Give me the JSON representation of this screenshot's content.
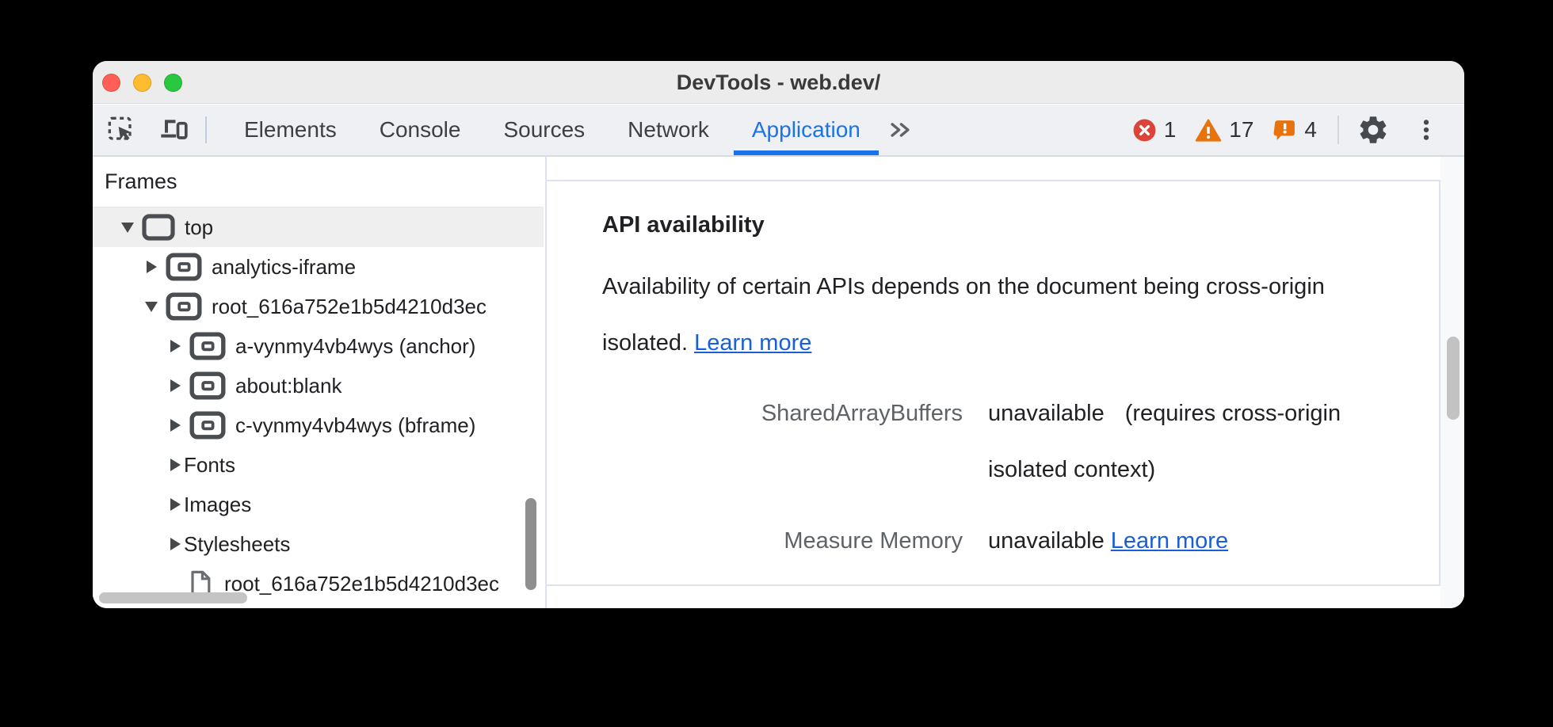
{
  "window": {
    "title": "DevTools - web.dev/"
  },
  "toolbar": {
    "tabs": [
      {
        "label": "Elements",
        "selected": false
      },
      {
        "label": "Console",
        "selected": false
      },
      {
        "label": "Sources",
        "selected": false
      },
      {
        "label": "Network",
        "selected": false
      },
      {
        "label": "Application",
        "selected": true
      }
    ],
    "badges": {
      "errors": "1",
      "warnings": "17",
      "issues": "4"
    }
  },
  "sidebar": {
    "header": "Frames",
    "tree": [
      {
        "label": "top",
        "type": "frame-top",
        "expanded": true,
        "selected": true,
        "level": 0
      },
      {
        "label": "analytics-iframe",
        "type": "frame",
        "expanded": false,
        "level": 1
      },
      {
        "label": "root_616a752e1b5d4210d3ec",
        "type": "frame",
        "expanded": true,
        "level": 1
      },
      {
        "label": "a-vynmy4vb4wys (anchor)",
        "type": "frame",
        "expanded": false,
        "level": 2
      },
      {
        "label": "about:blank",
        "type": "frame",
        "expanded": false,
        "level": 2
      },
      {
        "label": "c-vynmy4vb4wys (bframe)",
        "type": "frame",
        "expanded": false,
        "level": 2
      },
      {
        "label": "Fonts",
        "type": "group",
        "expanded": false,
        "level": 2
      },
      {
        "label": "Images",
        "type": "group",
        "expanded": false,
        "level": 2
      },
      {
        "label": "Stylesheets",
        "type": "group",
        "expanded": false,
        "level": 2
      },
      {
        "label": "root_616a752e1b5d4210d3ec",
        "type": "document",
        "level": 3
      }
    ]
  },
  "main": {
    "section": {
      "heading": "API availability",
      "description": "Availability of certain APIs depends on the document being cross-origin isolated.",
      "description_link": "Learn more",
      "fields": [
        {
          "label": "SharedArrayBuffers",
          "value": "unavailable",
          "note": "(requires cross-origin isolated context)"
        },
        {
          "label": "Measure Memory",
          "value": "unavailable",
          "link": "Learn more"
        }
      ]
    }
  },
  "colors": {
    "accent": "#1a73e8",
    "link": "#1a5fd6",
    "error": "#df4238",
    "warning": "#e8730c",
    "issues": "#e8730c",
    "selected_row": "#efefef",
    "titlebar": "#ececec",
    "toolbar": "#eef0f4",
    "card_border": "#dde2ee"
  },
  "icons": {
    "inspect-icon": "dashed square with cursor arrow",
    "device-toolbar-icon": "laptop and phone",
    "chevrons-right-icon": "»",
    "error-icon": "red circle with x",
    "warning-icon": "orange triangle with !",
    "issues-icon": "orange speech bubble with !",
    "gear-icon": "settings gear",
    "kebab-menu-icon": "vertical three dots",
    "frame-icon": "window outline",
    "iframe-icon": "window with inner rect",
    "document-icon": "page with folded corner",
    "disclosure-triangle-icon": "▸ / ▾"
  }
}
